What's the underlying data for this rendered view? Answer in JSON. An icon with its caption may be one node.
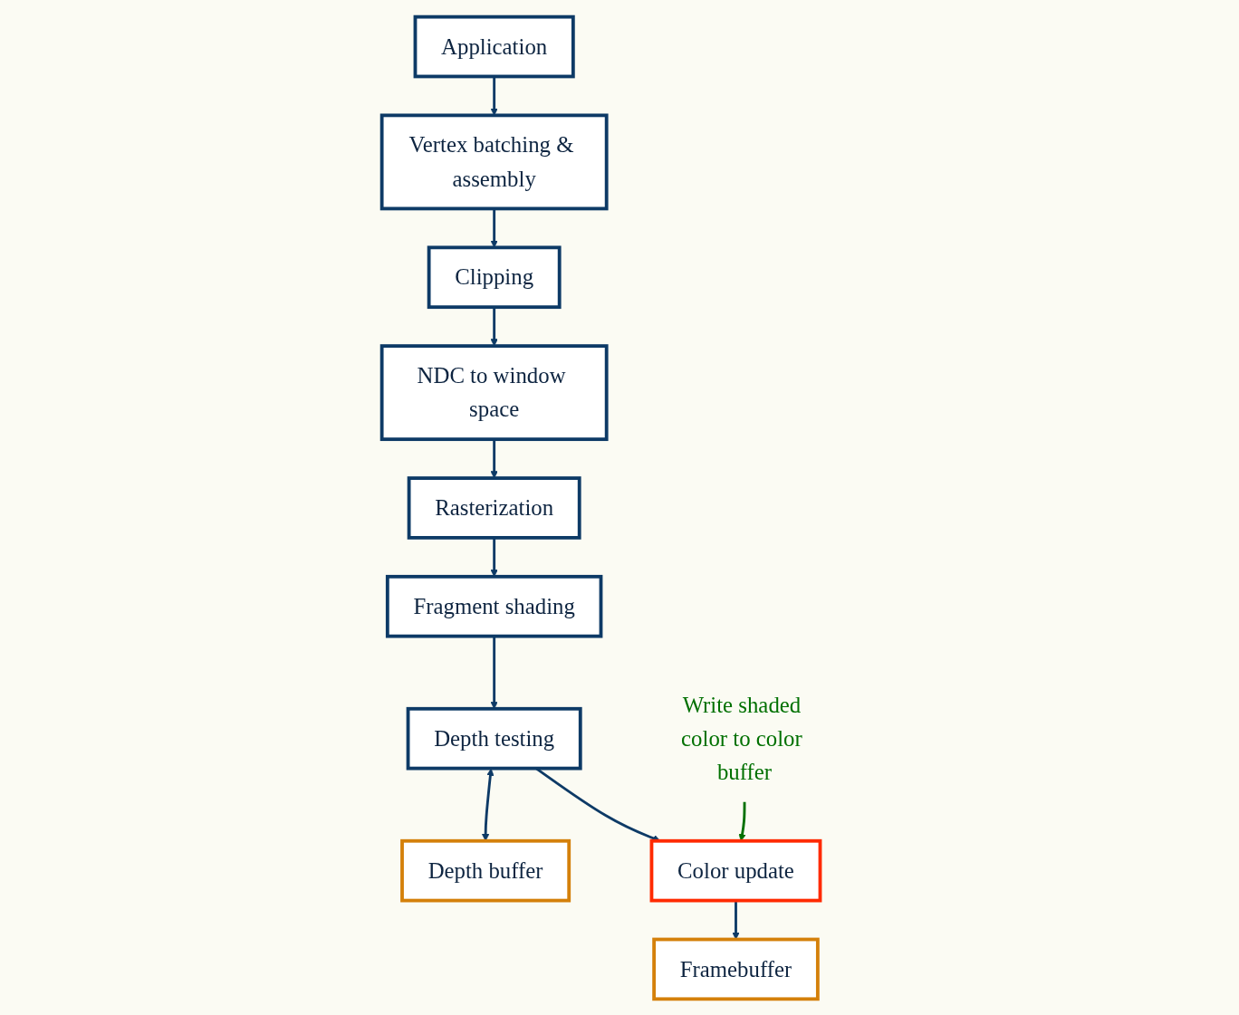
{
  "diagram": {
    "nodes": [
      {
        "text": [
          "Application"
        ]
      },
      {
        "text": [
          "Vertex batching & assembly"
        ]
      },
      {
        "text": [
          "Clipping"
        ]
      },
      {
        "text": [
          "NDC to window space"
        ]
      },
      {
        "text": [
          "Rasterization"
        ]
      },
      {
        "text": [
          "Fragment shading"
        ]
      },
      {
        "text": [
          "Depth testing"
        ]
      },
      {
        "text": [
          "Depth buffer"
        ]
      },
      {
        "text": [
          "Color update"
        ]
      },
      {
        "text": [
          "Framebuffer"
        ]
      },
      {
        "text": [
          "Write shaded color to color buffer"
        ]
      }
    ],
    "edges": [
      {
        "from": 0,
        "to": 1,
        "arrow": "to"
      },
      {
        "from": 1,
        "to": 2,
        "arrow": "to"
      },
      {
        "from": 2,
        "to": 3,
        "arrow": "to"
      },
      {
        "from": 3,
        "to": 4,
        "arrow": "to"
      },
      {
        "from": 4,
        "to": 5,
        "arrow": "to"
      },
      {
        "from": 5,
        "to": 6,
        "arrow": "to"
      },
      {
        "from": 6,
        "to": 7,
        "arrow": "both"
      },
      {
        "from": 6,
        "to": 8,
        "arrow": "to"
      },
      {
        "from": 8,
        "to": 9,
        "arrow": "to"
      },
      {
        "from": 10,
        "to": 8,
        "arrow": "to",
        "color": "#007000"
      }
    ]
  }
}
